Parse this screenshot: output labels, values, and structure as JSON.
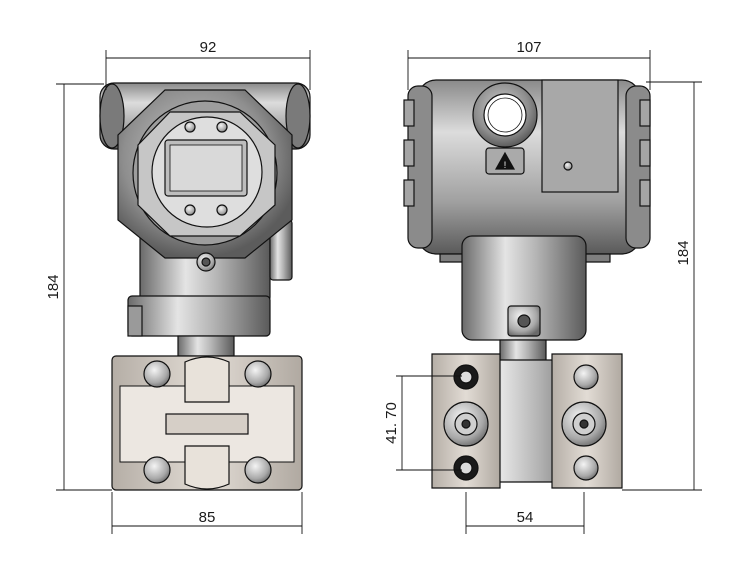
{
  "dimensions": {
    "front_top_width": "92",
    "front_bottom_width": "85",
    "front_height": "184",
    "side_top_width": "107",
    "side_height": "184",
    "side_flange_height": "41. 70",
    "side_bottom_width": "54"
  },
  "colors": {
    "metal_dark": "#5a5a5a",
    "metal_mid": "#9a9a9a",
    "metal_light": "#d8d8d8",
    "flange_face": "#cfc8c0",
    "line": "#111111"
  },
  "icons": [
    "warning-triangle-icon"
  ]
}
